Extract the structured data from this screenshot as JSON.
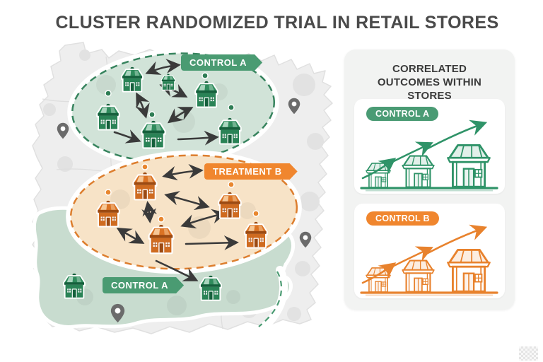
{
  "title": "CLUSTER RANDOMIZED TRIAL IN RETAIL STORES",
  "map": {
    "clusters": [
      {
        "id": "top",
        "label": "CONTROL A",
        "role": "control",
        "store_count": 6
      },
      {
        "id": "middle",
        "label": "TREATMENT B",
        "role": "treatment",
        "store_count": 5
      },
      {
        "id": "bottom",
        "label": "CONTROL A",
        "role": "control",
        "store_count": 2
      }
    ]
  },
  "panel": {
    "title": "CORRELATED OUTCOMES WITHIN STORES",
    "cards": [
      {
        "label": "CONTROL A",
        "trend": "rising",
        "store_count": 3
      },
      {
        "label": "CONTROL B",
        "trend": "rising",
        "store_count": 3
      }
    ]
  },
  "colors": {
    "control_green": "#4A9B72",
    "treatment_orange": "#F0862E",
    "arrow_dark": "#3A3A3A",
    "green_cluster_fill": "#D1E3D8",
    "orange_cluster_fill": "#F7E3C7",
    "bottom_region_fill": "#C8DCCF",
    "map_base": "#EEEEEE",
    "panel_bg": "#F2F3F2",
    "title_text": "#4A4A4A"
  }
}
